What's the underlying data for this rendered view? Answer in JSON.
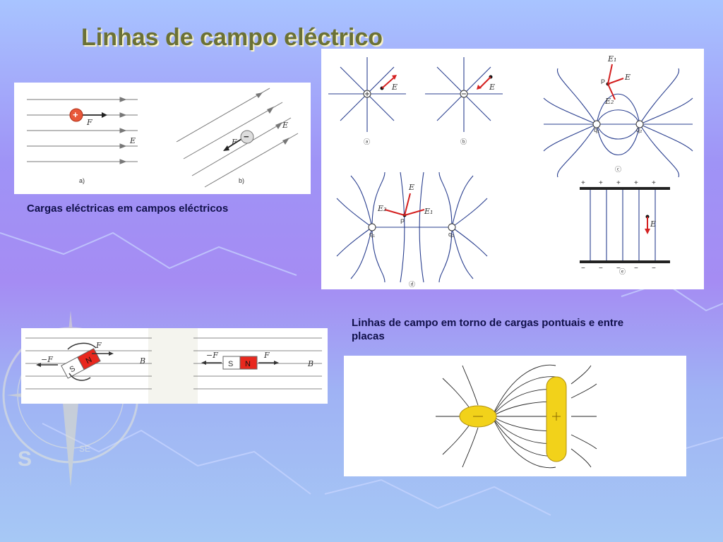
{
  "slide": {
    "title": "Linhas de campo eléctrico"
  },
  "fig_uniform": {
    "caption": "Cargas eléctricas em campos eléctricos",
    "label_a": "a)",
    "label_b": "b)",
    "force_a": "F",
    "force_b": "F",
    "field_a": "E",
    "field_b": "E",
    "charge_a_sign": "+",
    "charge_b_sign": "−"
  },
  "fig_point_charges": {
    "caption": "Linhas de campo em torno de cargas pontuais e entre placas",
    "label_a": "ⓐ",
    "label_b": "ⓑ",
    "label_c": "ⓒ",
    "label_d": "ⓓ",
    "label_e": "ⓔ",
    "vector_E": "E",
    "vector_E1": "E₁",
    "vector_E2": "E₂",
    "point_P": "P",
    "charge_q1": "q₁",
    "charge_q2": "q₂",
    "plate_top_sign": "+",
    "plate_bottom_sign": "−"
  },
  "fig_magnets": {
    "pole_n": "N",
    "pole_s": "S",
    "force_pos": "F",
    "force_neg": "−F",
    "field_b": "B"
  },
  "colors": {
    "title": "#6b7136",
    "caption": "#10104a",
    "field_line": "#2a3f8f",
    "vector_red": "#d42020",
    "magnet_red": "#e8281e",
    "conductor_yellow": "#f2d21a"
  }
}
